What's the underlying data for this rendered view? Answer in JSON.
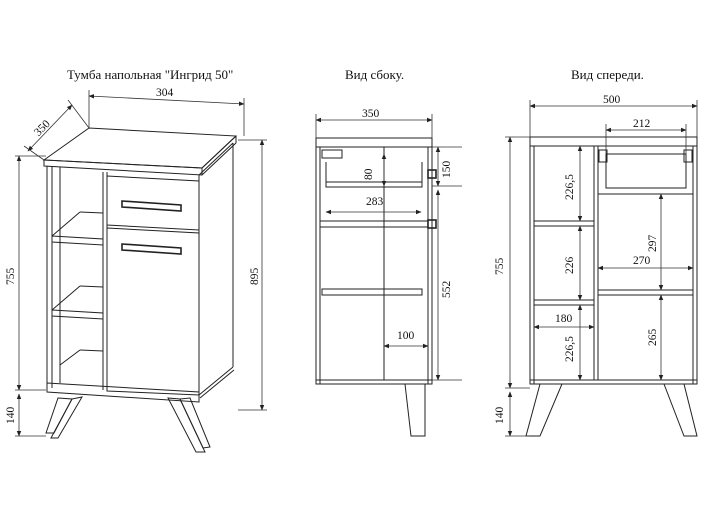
{
  "titles": {
    "product": "Тумба напольная \"Ингрид 50\"",
    "side_view": "Вид сбоку.",
    "front_view": "Вид спереди."
  },
  "iso_view": {
    "depth": "350",
    "width": "304",
    "body_height": "755",
    "total_height": "895",
    "leg_height": "140"
  },
  "side_view": {
    "depth": "350",
    "drawer_height": "80",
    "top_offset": "150",
    "drawer_depth": "283",
    "door_section": "552",
    "handle_offset": "100"
  },
  "front_view": {
    "width": "500",
    "drawer_width": "212",
    "body_height": "755",
    "leg_height": "140",
    "shelf_top": "226,5",
    "shelf_middle": "226",
    "shelf_bottom": "226,5",
    "door_upper": "297",
    "inner_width": "270",
    "shelf_width": "180",
    "door_lower": "265"
  }
}
